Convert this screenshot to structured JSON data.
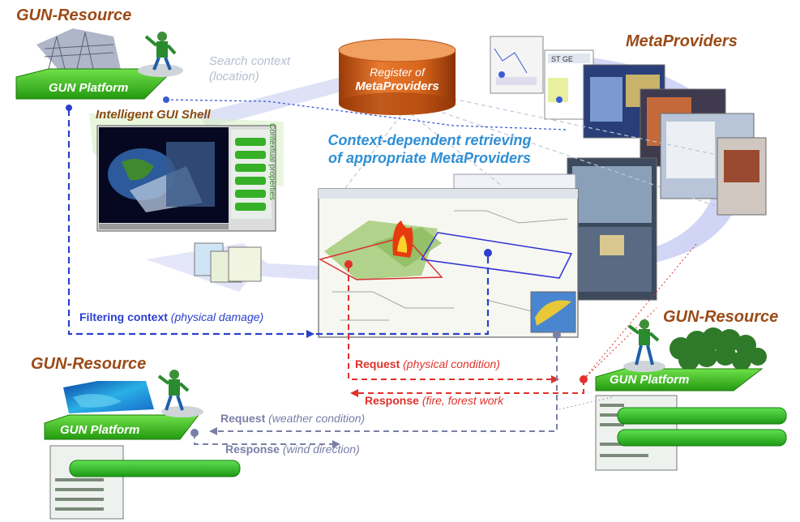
{
  "resources": {
    "top_left": {
      "title": "GUN-Resource",
      "platform": "GUN Platform"
    },
    "right": {
      "title": "GUN-Resource",
      "platform": "GUN Platform"
    },
    "bottom_left": {
      "title": "GUN-Resource",
      "platform": "GUN Platform"
    }
  },
  "register": {
    "line1": "Register of",
    "line2": "MetaProviders"
  },
  "metaproviders_title": "MetaProviders",
  "search_context": {
    "line1": "Search context",
    "line2": "(location)"
  },
  "gui_shell": {
    "title": "Intelligent GUI Shell",
    "side_label": "Contextual properties"
  },
  "context_retrieval": {
    "line1": "Context-dependent retrieving",
    "line2": "of appropriate MetaProviders"
  },
  "filtering": {
    "bold": "Filtering context",
    "italic": "(physical damage)"
  },
  "request_physical": {
    "bold": "Request",
    "italic": "(physical condition)"
  },
  "response_fire": {
    "bold": "Response",
    "italic": "(fire, forest work"
  },
  "request_weather": {
    "bold": "Request",
    "italic": "(weather condition)"
  },
  "response_wind": {
    "bold": "Response",
    "italic": "(wind direction)"
  },
  "colors": {
    "platform_green": "#3fc019",
    "resource_title": "#9b4a16",
    "filtering_blue": "#2a3fd0",
    "request_red": "#e0312a",
    "request_gray": "#7a7fa8",
    "context_blue": "#2f8fd4",
    "cylinder_orange": "#d9661c"
  }
}
